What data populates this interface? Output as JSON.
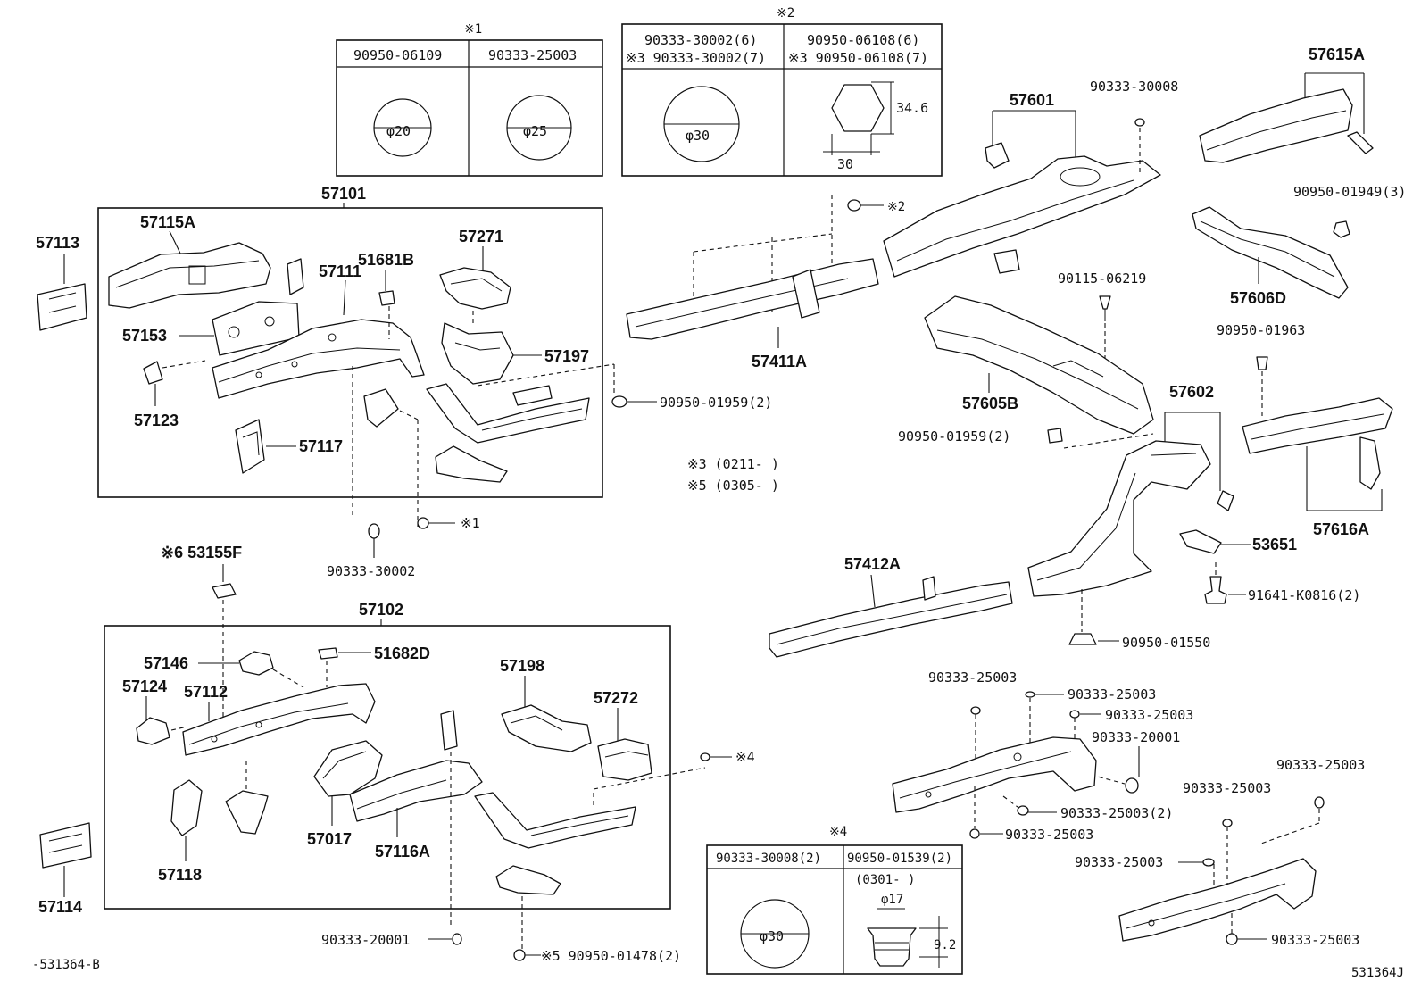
{
  "labels": {
    "l_57101": "57101",
    "l_57102": "57102",
    "l_57115A": "57115A",
    "l_57113": "57113",
    "l_57153": "57153",
    "l_57123": "57123",
    "l_57117": "57117",
    "l_51681B": "51681B",
    "l_57111": "57111",
    "l_57271": "57271",
    "l_57197": "57197",
    "l_90333_30002": "90333-30002",
    "l_90950_01959_2a": "90950-01959(2)",
    "l_ref1_bottom": "※1",
    "l_53155F": "※6 53155F",
    "l_57146": "57146",
    "l_51682D": "51682D",
    "l_57124": "57124",
    "l_57112": "57112",
    "l_57198": "57198",
    "l_57272": "57272",
    "l_ref4_a": "※4",
    "l_57118": "57118",
    "l_57017": "57017",
    "l_57116A": "57116A",
    "l_57114": "57114",
    "l_90333_20001_a": "90333-20001",
    "l_90950_01478": "※5 90950-01478(2)",
    "l_code_left": "-531364-B",
    "l_code_right": "531364J",
    "l_ref2_right": "※2",
    "l_57601": "57601",
    "l_90333_30008": "90333-30008",
    "l_57615A": "57615A",
    "l_90950_01949": "90950-01949(3)",
    "l_57606D": "57606D",
    "l_57411A": "57411A",
    "l_90115_06219": "90115-06219",
    "l_57605B": "57605B",
    "l_90950_01963": "90950-01963",
    "l_90950_01959_2b": "90950-01959(2)",
    "l_57602": "57602",
    "l_note3": "※3 (0211-        )",
    "l_note5": "※5 (0305-        )",
    "l_53651": "53651",
    "l_57616A": "57616A",
    "l_91641": "91641-K0816(2)",
    "l_57412A": "57412A",
    "l_90950_01550": "90950-01550",
    "l_90333_25003_a": "90333-25003",
    "l_90333_25003_b": "90333-25003",
    "l_90333_25003_c": "90333-25003",
    "l_90333_20001_b": "90333-20001",
    "l_90333_25003_d": "90333-25003(2)",
    "l_90333_25003_e": "90333-25003",
    "l_90333_25003_f": "90333-25003",
    "l_90333_25003_g": "90333-25003",
    "l_90333_25003_h": "90333-25003",
    "l_90333_25003_i": "90333-25003"
  },
  "box1": {
    "ref": "※1",
    "col1": "90950-06109",
    "col2": "90333-25003",
    "d1": "φ20",
    "d2": "φ25"
  },
  "box2": {
    "ref": "※2",
    "col1_l1": "90333-30002(6)",
    "col1_l2": "※3 90333-30002(7)",
    "col2_l1": "90950-06108(6)",
    "col2_l2": "※3 90950-06108(7)",
    "d1": "φ30",
    "dim_h": "34.6",
    "dim_w": "30"
  },
  "box4": {
    "ref": "※4",
    "col1": "90333-30008(2)",
    "col2": "90950-01539(2)",
    "range": "(0301-        )",
    "d1": "φ30",
    "d2": "φ17",
    "dim_h": "9.2"
  }
}
